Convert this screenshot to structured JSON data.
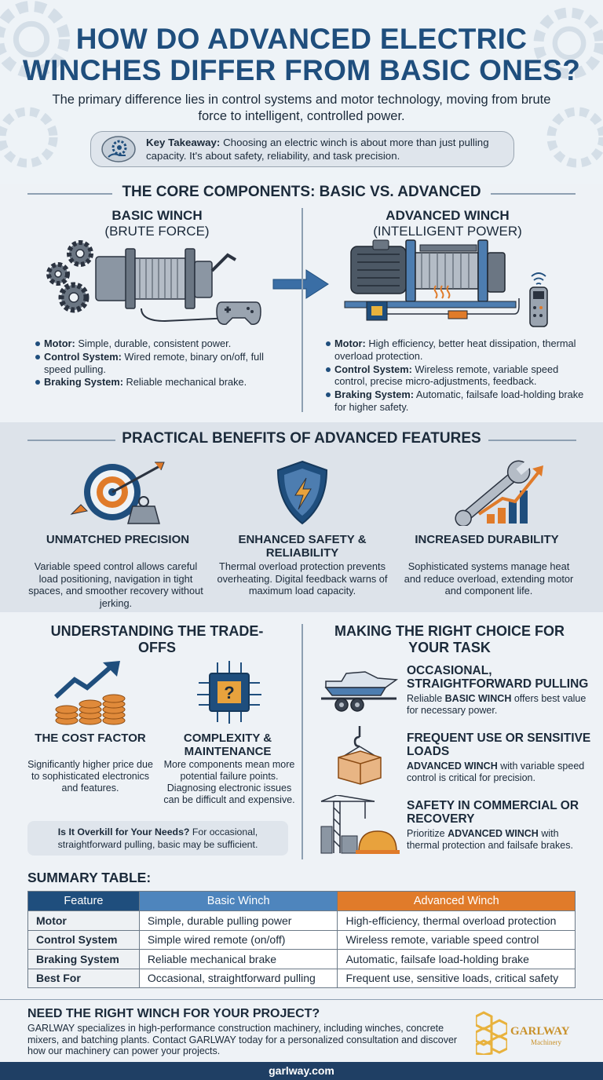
{
  "header": {
    "title_line1": "HOW DO ADVANCED ELECTRIC",
    "title_line2": "WINCHES DIFFER FROM BASIC ONES?",
    "subtitle": "The primary difference lies in control systems and motor technology, moving from brute force to intelligent, controlled power.",
    "takeaway_label": "Key Takeaway:",
    "takeaway_text": " Choosing an electric winch is about more than just pulling capacity. It's about safety, reliability, and task precision."
  },
  "core": {
    "heading": "THE CORE COMPONENTS: BASIC VS. ADVANCED",
    "basic": {
      "title": "BASIC WINCH",
      "subtitle": "(BRUTE FORCE)",
      "bullets": [
        {
          "label": "Motor:",
          "text": " Simple, durable, consistent power."
        },
        {
          "label": "Control System:",
          "text": " Wired remote, binary on/off, full speed pulling."
        },
        {
          "label": "Braking System:",
          "text": " Reliable mechanical brake."
        }
      ]
    },
    "advanced": {
      "title": "ADVANCED WINCH",
      "subtitle": "(INTELLIGENT POWER)",
      "bullets": [
        {
          "label": "Motor:",
          "text": " High efficiency, better heat dissipation, thermal overload protection."
        },
        {
          "label": "Control System:",
          "text": " Wireless remote, variable speed control, precise micro-adjustments, feedback."
        },
        {
          "label": "Braking System:",
          "text": " Automatic, failsafe load-holding brake for higher safety."
        }
      ]
    }
  },
  "benefits": {
    "heading": "PRACTICAL BENEFITS OF ADVANCED FEATURES",
    "items": [
      {
        "title": "UNMATCHED PRECISION",
        "text": "Variable speed control allows careful load positioning, navigation in tight spaces, and smoother recovery without jerking."
      },
      {
        "title": "ENHANCED SAFETY & RELIABILITY",
        "text": "Thermal overload protection prevents overheating. Digital feedback warns of maximum load capacity."
      },
      {
        "title": "INCREASED DURABILITY",
        "text": "Sophisticated systems manage heat and reduce overload, extending motor and component life."
      }
    ]
  },
  "tradeoffs": {
    "heading": "UNDERSTANDING THE TRADE-OFFS",
    "items": [
      {
        "title": "THE COST FACTOR",
        "text": "Significantly higher price due to sophisticated electronics and features."
      },
      {
        "title": "COMPLEXITY & MAINTENANCE",
        "text": "More components mean more potential failure points. Diagnosing electronic issues can be difficult and expensive."
      }
    ],
    "overkill_label": "Is It Overkill for Your Needs?",
    "overkill_text": " For occasional, straightforward pulling, basic may be sufficient."
  },
  "choice": {
    "heading": "MAKING THE RIGHT CHOICE FOR YOUR TASK",
    "items": [
      {
        "title": "OCCASIONAL, STRAIGHTFORWARD PULLING",
        "pre": "Reliable ",
        "bold": "BASIC WINCH",
        "post": " offers best value for necessary power."
      },
      {
        "title": "FREQUENT USE OR SENSITIVE LOADS",
        "pre": "",
        "bold": "ADVANCED WINCH",
        "post": " with variable speed control is critical for precision."
      },
      {
        "title": "SAFETY IN COMMERCIAL OR RECOVERY",
        "pre": "Prioritize ",
        "bold": "ADVANCED WINCH",
        "post": " with thermal protection and failsafe brakes."
      }
    ]
  },
  "summary": {
    "heading": "SUMMARY TABLE:",
    "columns": [
      "Feature",
      "Basic Winch",
      "Advanced Winch"
    ],
    "rows": [
      [
        "Motor",
        "Simple, durable pulling power",
        "High-efficiency, thermal overload protection"
      ],
      [
        "Control System",
        "Simple wired remote (on/off)",
        "Wireless remote, variable speed control"
      ],
      [
        "Braking System",
        "Reliable mechanical brake",
        "Automatic, failsafe load-holding brake"
      ],
      [
        "Best For",
        "Occasional, straightforward pulling",
        "Frequent use, sensitive loads, critical safety"
      ]
    ],
    "colors": {
      "feature": "#1f4e7d",
      "basic": "#4e85bd",
      "advanced": "#e07b2a"
    }
  },
  "cta": {
    "heading": "NEED THE RIGHT WINCH FOR YOUR PROJECT?",
    "text": "GARLWAY specializes in high-performance construction machinery, including winches, concrete mixers, and batching plants. Contact GARLWAY today for a personalized consultation and discover how our machinery can power your projects.",
    "logo_name": "GARLWAY",
    "logo_sub": "Machinery"
  },
  "footer": {
    "url": "garlway.com"
  },
  "colors": {
    "primary": "#1f4e7d",
    "accent": "#e07b2a",
    "dark": "#1b2a3a"
  }
}
